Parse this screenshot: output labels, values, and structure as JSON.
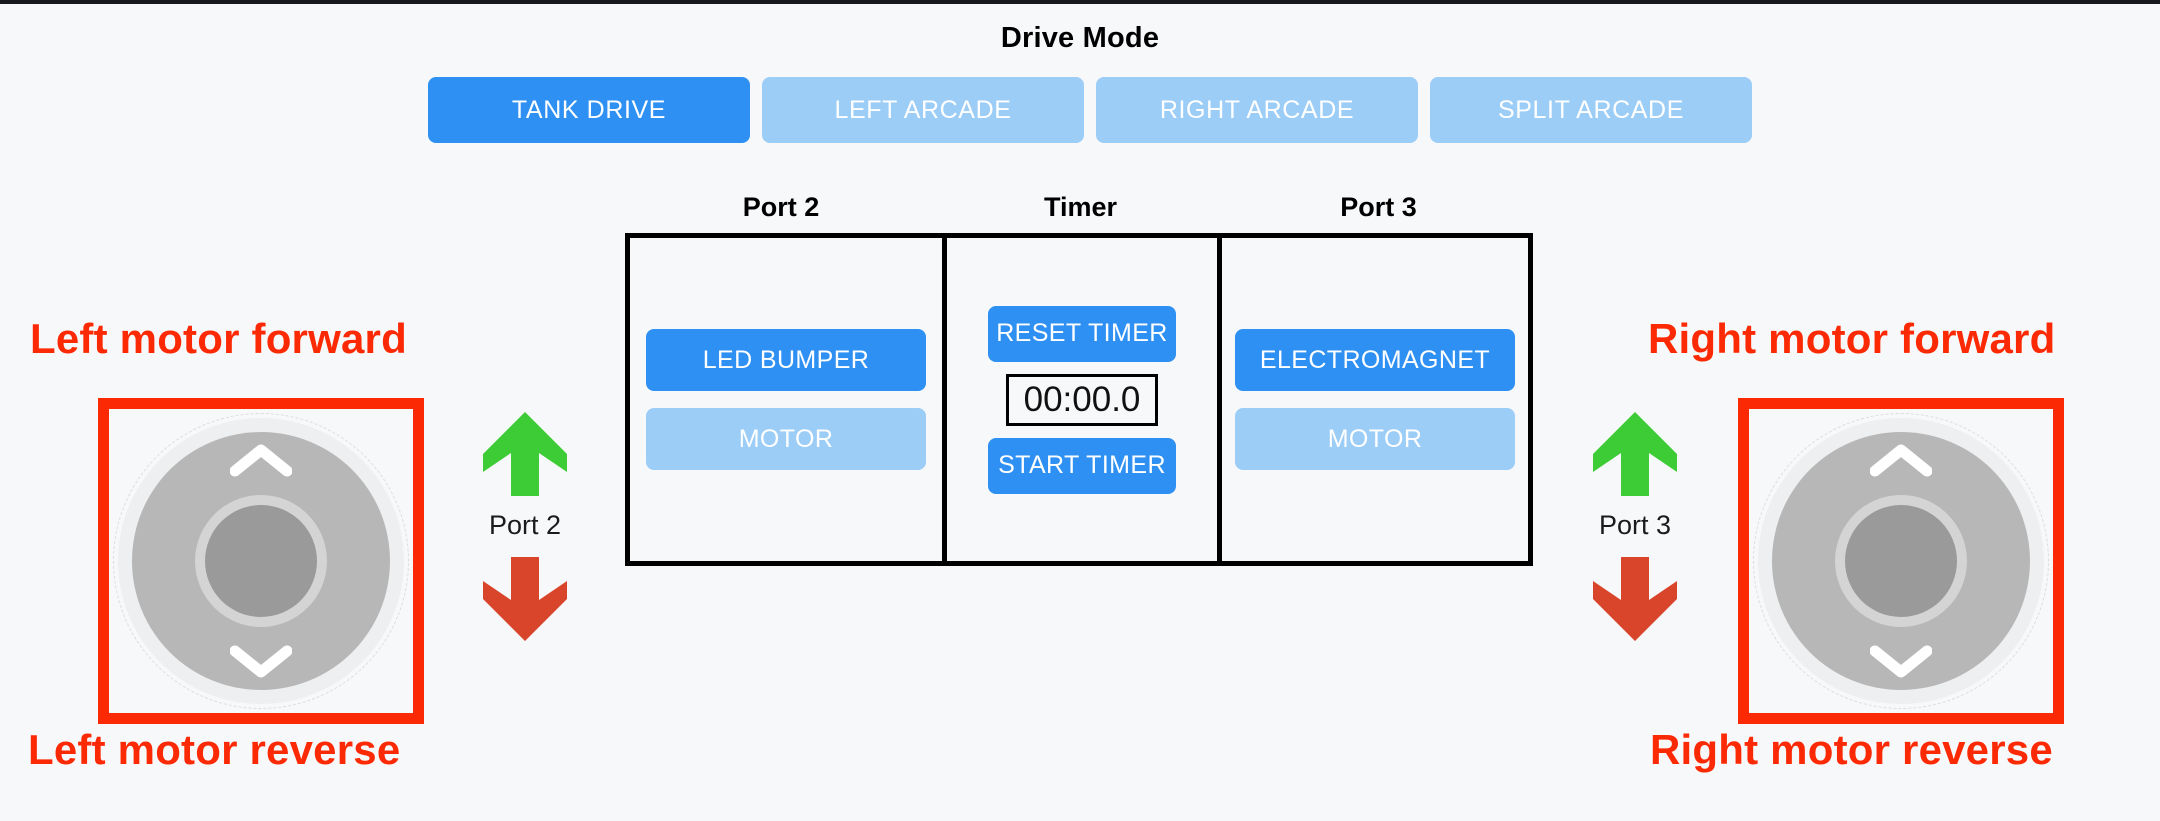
{
  "header": {
    "drive_mode_title": "Drive Mode",
    "modes": [
      {
        "label": "TANK DRIVE",
        "selected": true
      },
      {
        "label": "LEFT ARCADE",
        "selected": false
      },
      {
        "label": "RIGHT ARCADE",
        "selected": false
      },
      {
        "label": "SPLIT ARCADE",
        "selected": false
      }
    ]
  },
  "panel": {
    "port2": {
      "title": "Port 2",
      "primary_label": "LED BUMPER",
      "secondary_label": "MOTOR"
    },
    "timer": {
      "title": "Timer",
      "reset_label": "RESET TIMER",
      "display": "00:00.0",
      "start_label": "START TIMER"
    },
    "port3": {
      "title": "Port 3",
      "primary_label": "ELECTROMAGNET",
      "secondary_label": "MOTOR"
    }
  },
  "left_stick": {
    "forward_annotation": "Left motor forward",
    "reverse_annotation": "Left motor reverse",
    "up_icon": "chevron-up-icon",
    "down_icon": "chevron-down-icon"
  },
  "right_stick": {
    "forward_annotation": "Right motor forward",
    "reverse_annotation": "Right motor reverse",
    "up_icon": "chevron-up-icon",
    "down_icon": "chevron-down-icon"
  },
  "left_arrows": {
    "port_caption": "Port 2",
    "up_icon": "arrow-up-icon",
    "down_icon": "arrow-down-icon"
  },
  "right_arrows": {
    "port_caption": "Port 3",
    "up_icon": "arrow-up-icon",
    "down_icon": "arrow-down-icon"
  },
  "colors": {
    "accent_blue": "#2e90f2",
    "muted_blue": "#9ccdf7",
    "annotation_red": "#fc2a04",
    "arrow_green": "#3dcc35",
    "arrow_red": "#d9452a",
    "page_background": "#f7f8fa",
    "joystick_base": "#b7b7b7",
    "joystick_knob": "#9a9a9a"
  }
}
